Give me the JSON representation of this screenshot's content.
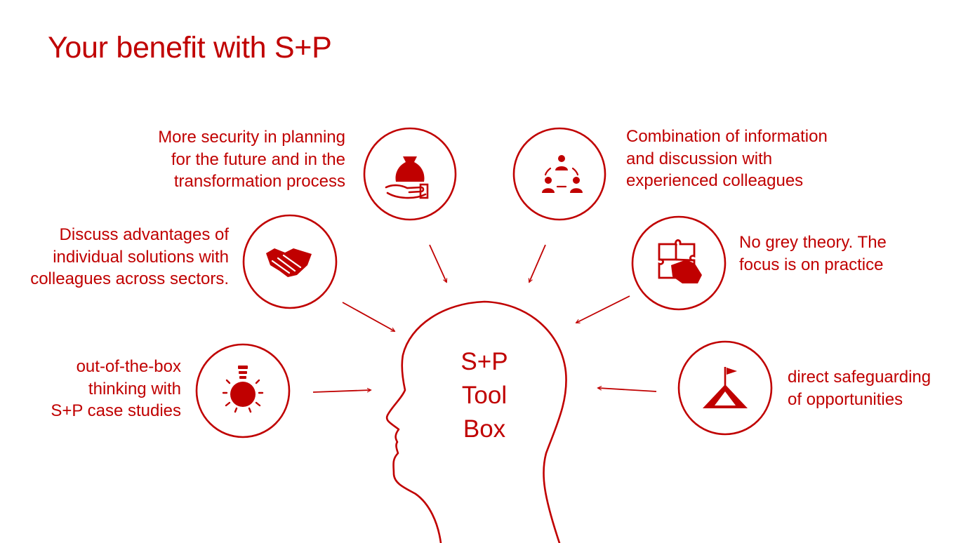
{
  "title": "Your benefit with S+P",
  "center": {
    "lines": [
      "S+P",
      "Tool",
      "Box"
    ]
  },
  "benefits": [
    {
      "icon": "money-bag-hand-icon",
      "lines": [
        "More security in planning",
        "for the future and in the",
        "transformation process"
      ]
    },
    {
      "icon": "people-cycle-icon",
      "lines": [
        "Combination of information",
        "and discussion with",
        "experienced colleagues"
      ]
    },
    {
      "icon": "handshake-icon",
      "lines": [
        "Discuss advantages of",
        "individual solutions with",
        "colleagues across sectors."
      ]
    },
    {
      "icon": "puzzle-hand-icon",
      "lines": [
        "No grey theory. The",
        "focus is on practice"
      ]
    },
    {
      "icon": "lightbulb-icon",
      "lines": [
        "out-of-the-box",
        "thinking with",
        "S+P case studies"
      ]
    },
    {
      "icon": "mountain-flag-icon",
      "lines": [
        "direct safeguarding",
        "of opportunities"
      ]
    }
  ],
  "colors": {
    "accent": "#c00000",
    "background": "#ffffff"
  }
}
